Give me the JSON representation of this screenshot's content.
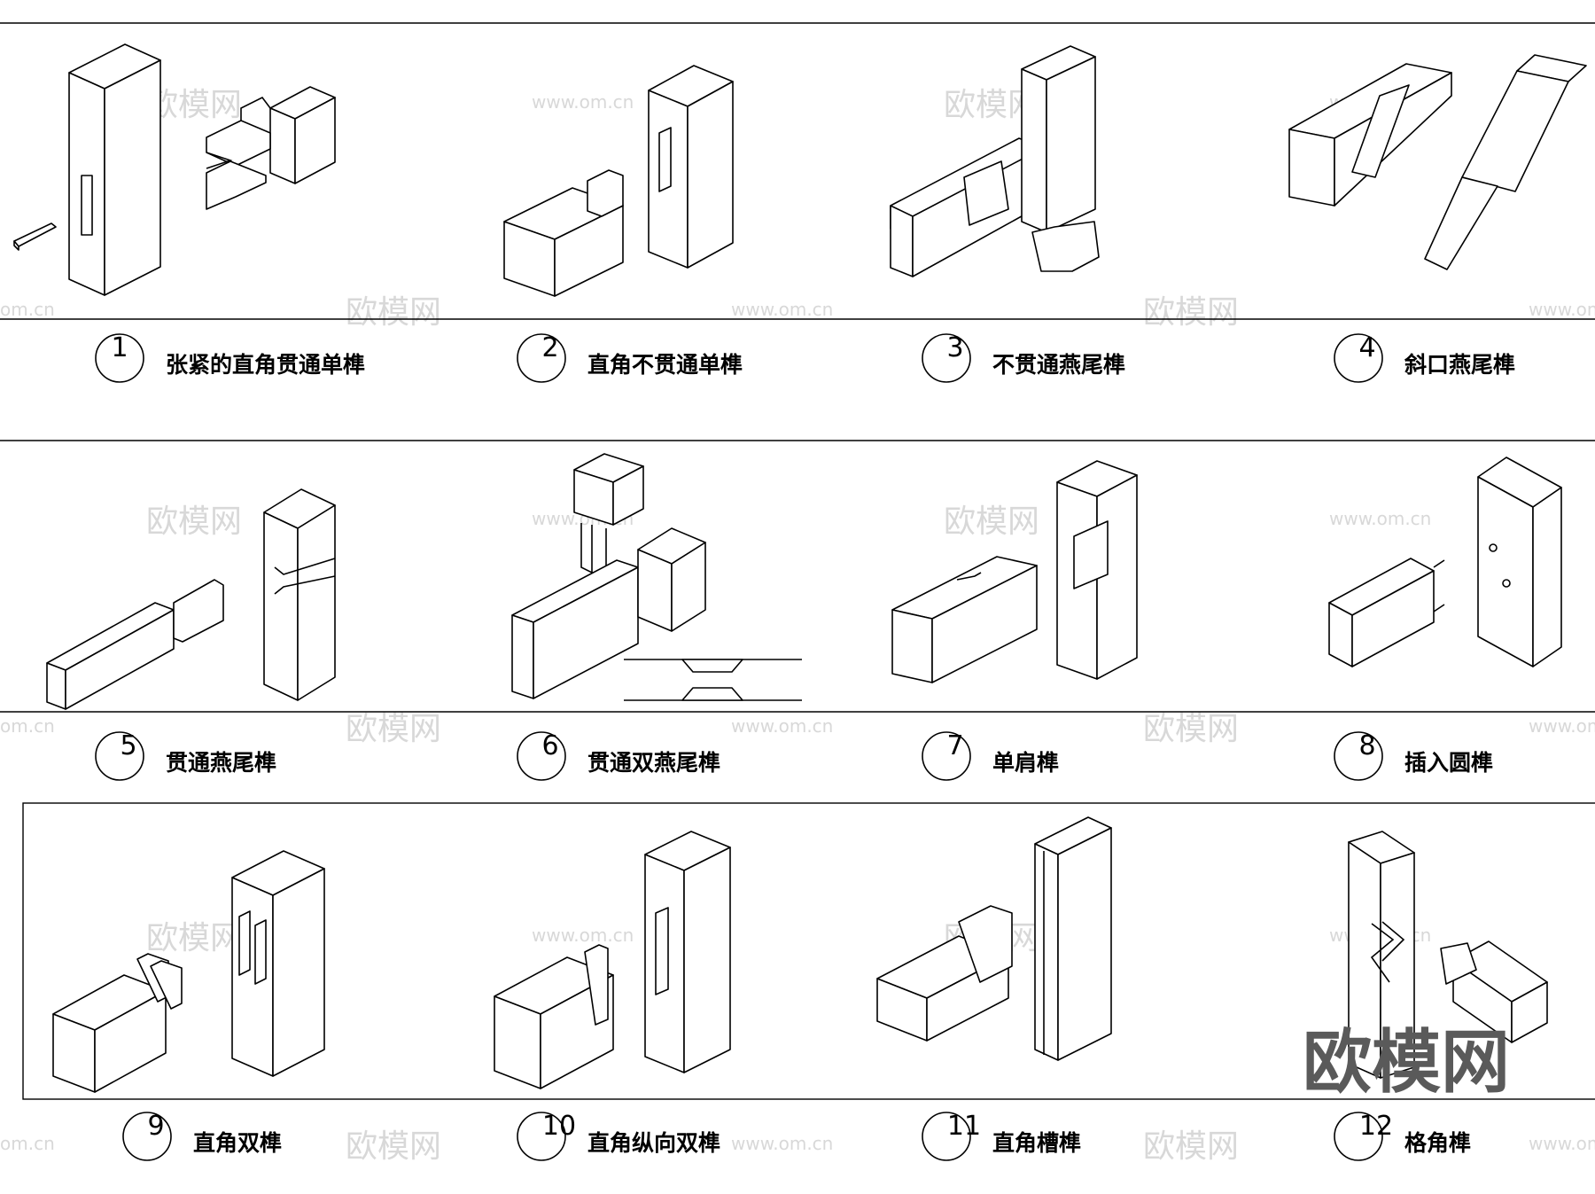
{
  "watermark": {
    "cn": "欧模网",
    "url": "www.om.cn",
    "url_clip": "om.cn"
  },
  "logo": "欧模网",
  "joints": [
    {
      "num": "1",
      "label": "张紧的直角贯通单榫"
    },
    {
      "num": "2",
      "label": "直角不贯通单榫"
    },
    {
      "num": "3",
      "label": "不贯通燕尾榫"
    },
    {
      "num": "4",
      "label": "斜口燕尾榫"
    },
    {
      "num": "5",
      "label": "贯通燕尾榫"
    },
    {
      "num": "6",
      "label": "贯通双燕尾榫"
    },
    {
      "num": "7",
      "label": "单肩榫"
    },
    {
      "num": "8",
      "label": "插入圆榫"
    },
    {
      "num": "9",
      "label": "直角双榫"
    },
    {
      "num": "10",
      "label": "直角纵向双榫"
    },
    {
      "num": "11",
      "label": "直角槽榫"
    },
    {
      "num": "12",
      "label": "格角榫"
    }
  ]
}
